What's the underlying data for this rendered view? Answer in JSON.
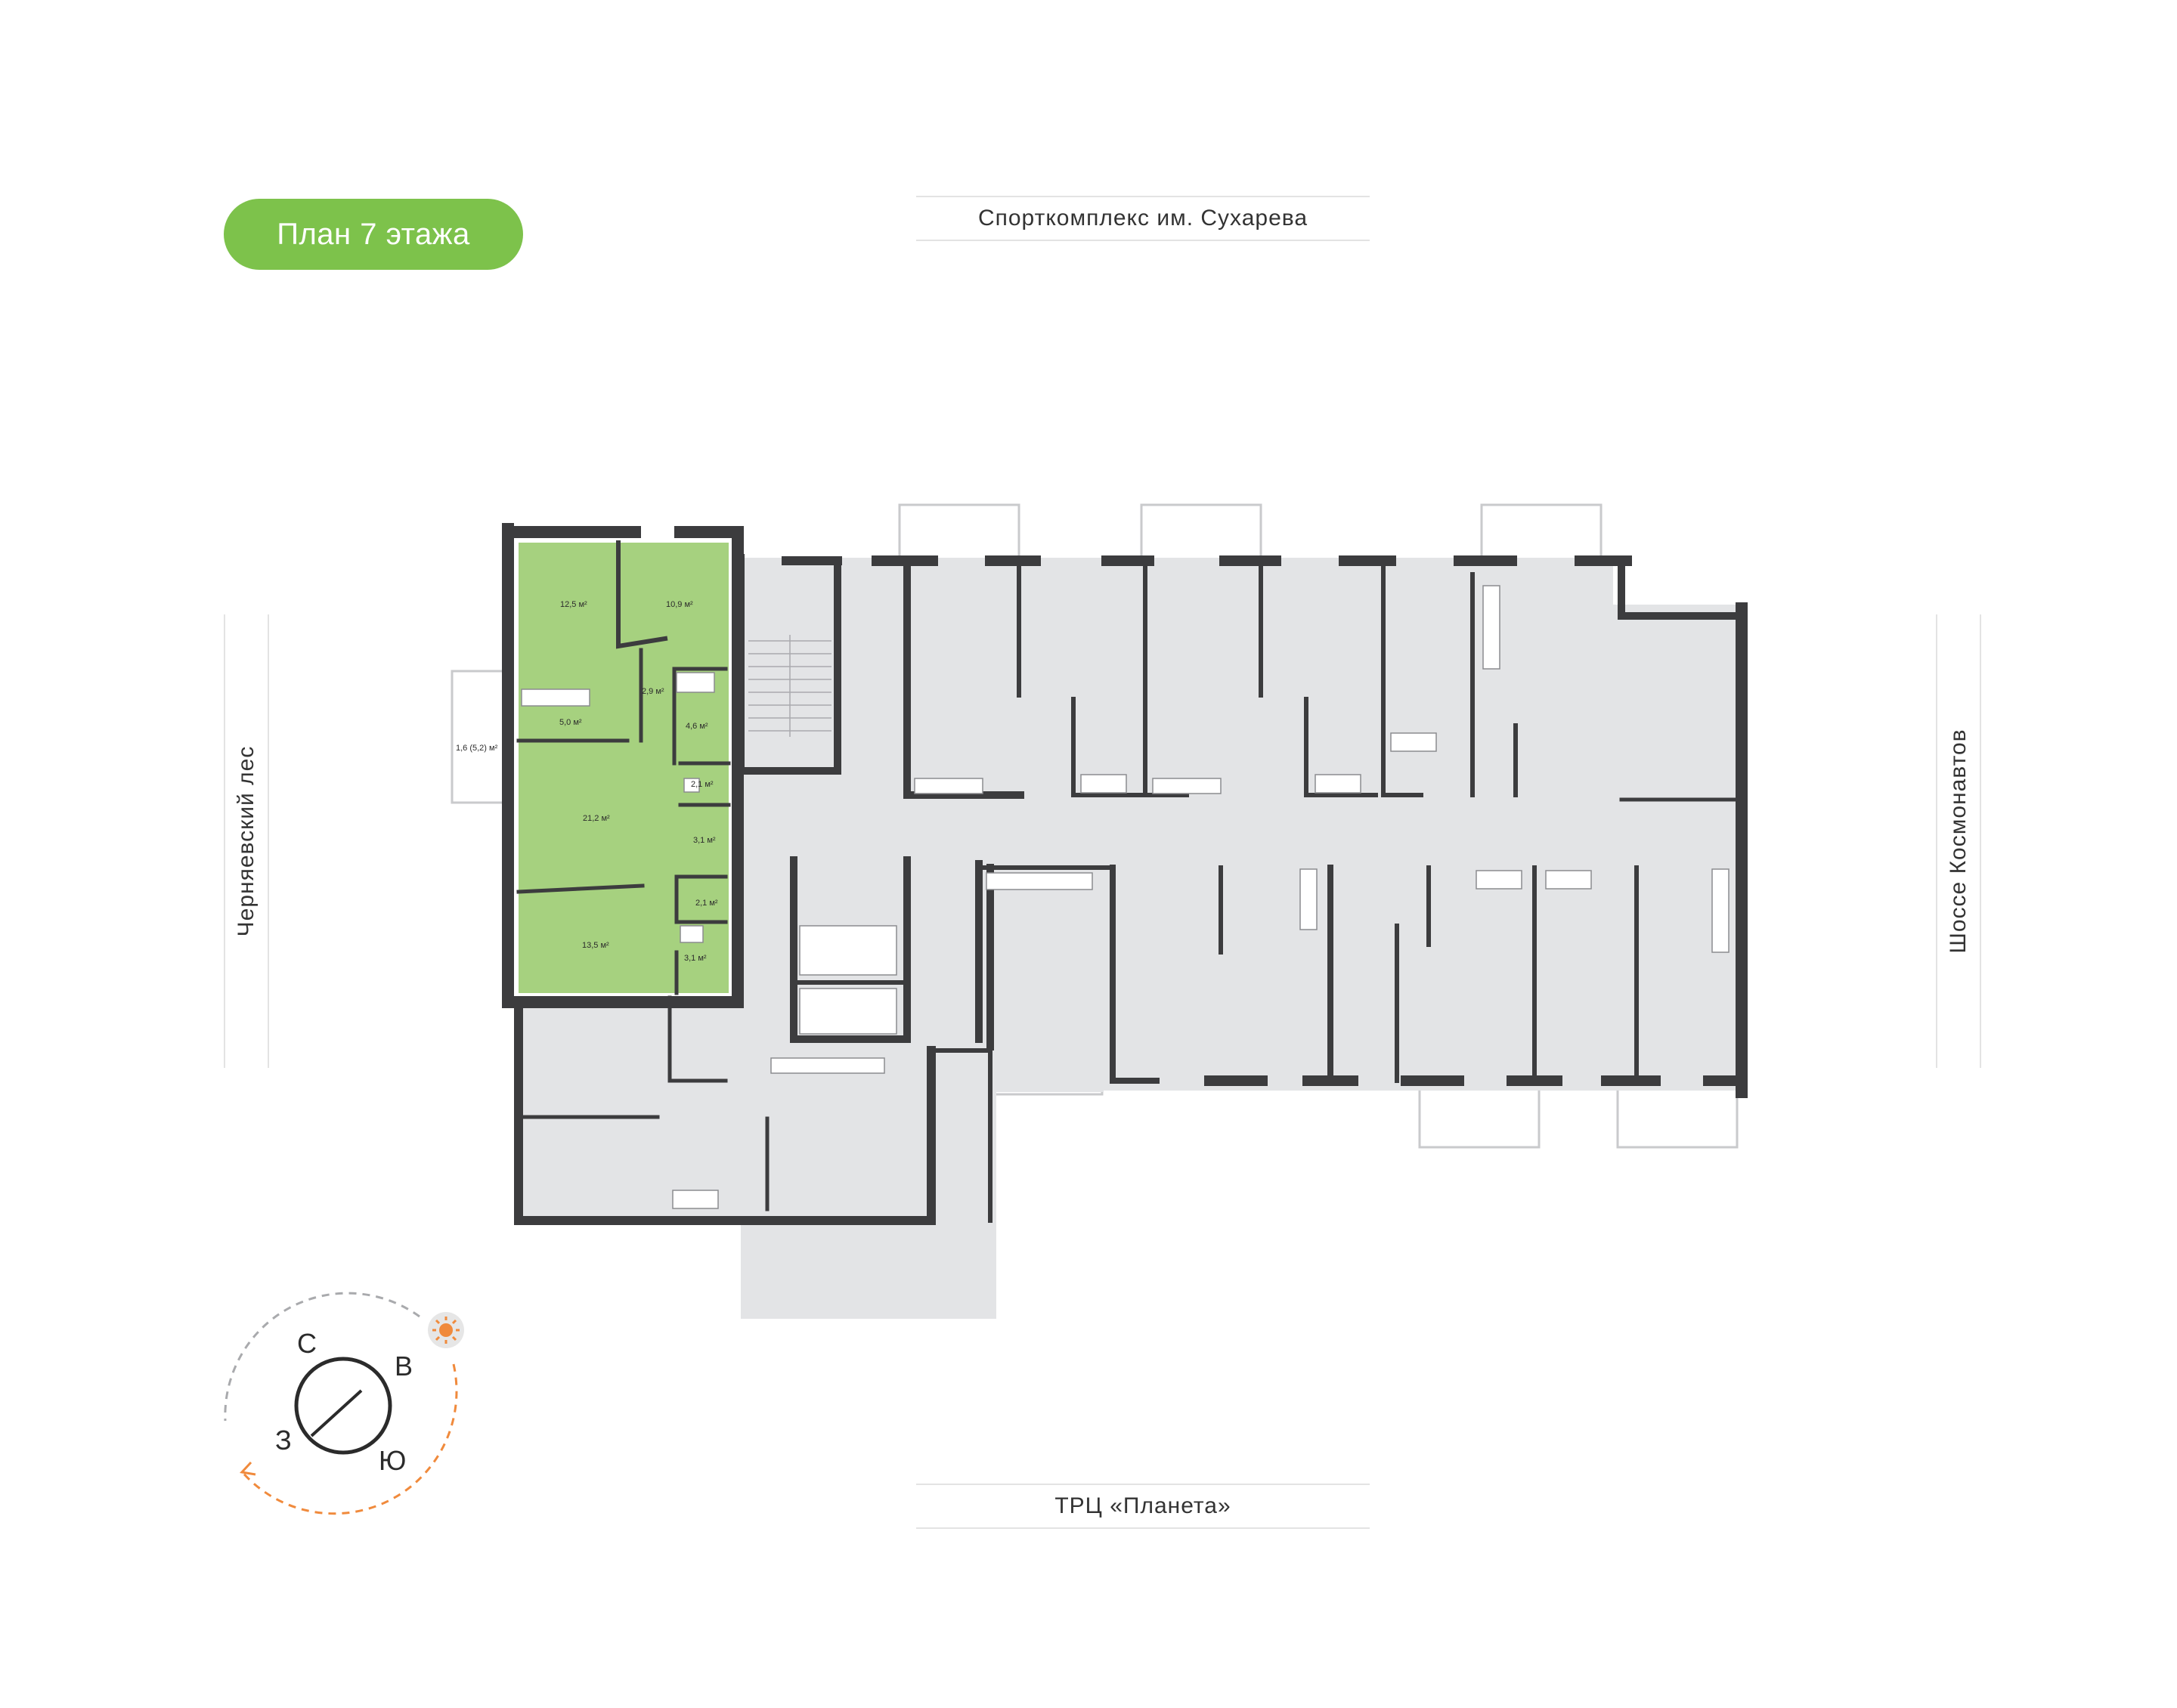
{
  "floor_label": "План 7 этажа",
  "streets": {
    "top": "Спорткомплекс им. Сухарева",
    "bottom": "ТРЦ «Планета»",
    "left": "Черняевский лес",
    "right": "Шоссе Космонавтов"
  },
  "apartment": {
    "highlight_color": "#a6d17f",
    "rooms": [
      {
        "id": "room-1",
        "area": "12,5 м²"
      },
      {
        "id": "room-2",
        "area": "10,9 м²"
      },
      {
        "id": "hall-1",
        "area": "2,9 м²"
      },
      {
        "id": "bath-1",
        "area": "4,6 м²"
      },
      {
        "id": "kitchen",
        "area": "5,0 м²"
      },
      {
        "id": "balcony",
        "area": "1,6 (5,2) м²"
      },
      {
        "id": "living",
        "area": "21,2 м²"
      },
      {
        "id": "closet-1",
        "area": "2,1 м²"
      },
      {
        "id": "hall-2",
        "area": "3,1 м²"
      },
      {
        "id": "closet-2",
        "area": "2,1 м²"
      },
      {
        "id": "room-3",
        "area": "13,5 м²"
      },
      {
        "id": "bath-2",
        "area": "3,1 м²"
      }
    ]
  },
  "compass": {
    "north": "С",
    "east": "В",
    "south": "Ю",
    "west": "З",
    "sun_icon": "sun-icon",
    "arc_color": "#f08a3c"
  },
  "colors": {
    "wall": "#3c3c3e",
    "floor": "#e3e4e6",
    "accent": "#7dc24b"
  }
}
